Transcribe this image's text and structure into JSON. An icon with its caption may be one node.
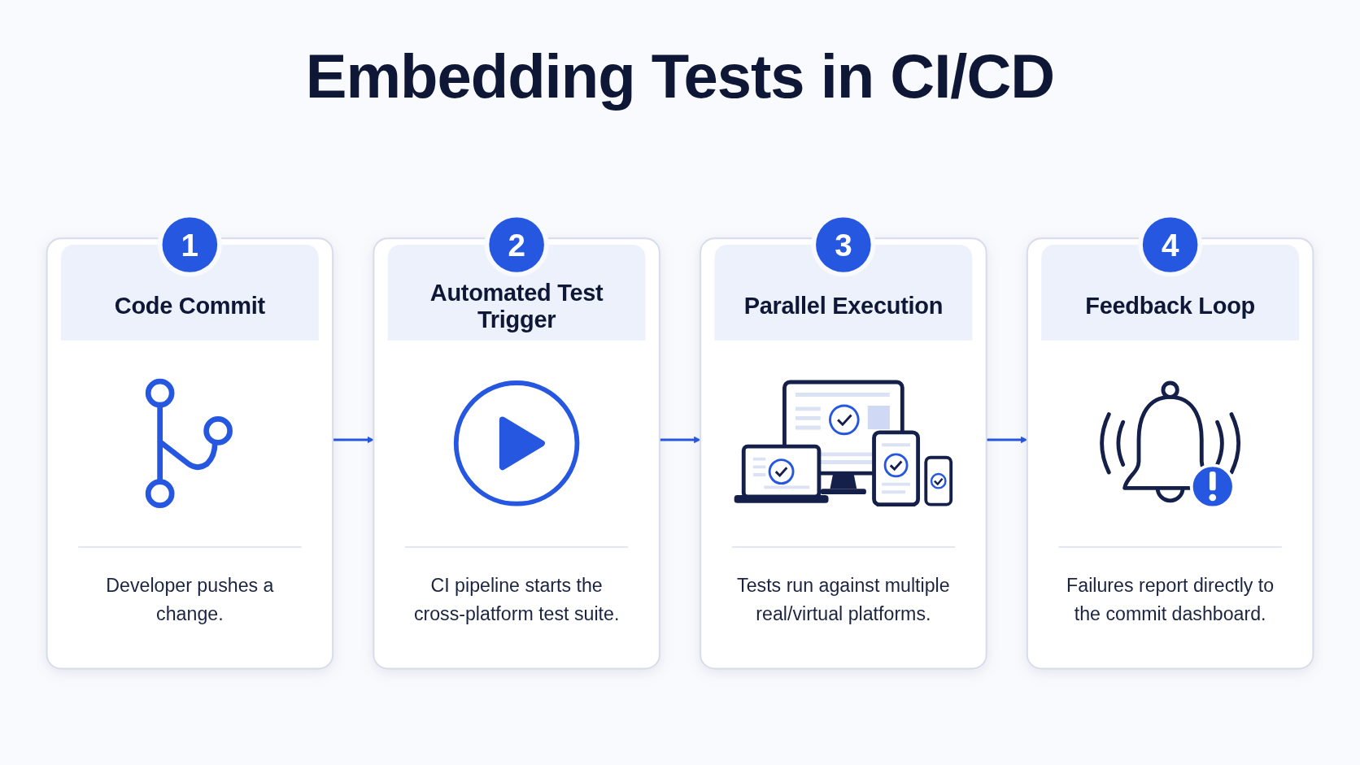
{
  "diagram": {
    "title": "Embedding Tests in CI/CD",
    "nodes": [
      {
        "text": [
          "1",
          "Code Commit",
          "Developer pushes a change."
        ]
      },
      {
        "text": [
          "2",
          "Automated Test Trigger",
          "CI pipeline starts the cross-platform test suite."
        ]
      },
      {
        "text": [
          "3",
          "Parallel Execution",
          "Tests run against multiple real/virtual platforms."
        ]
      },
      {
        "text": [
          "4",
          "Feedback Loop",
          "Failures report directly to the commit dashboard."
        ]
      }
    ],
    "edges": [
      {
        "from": 0,
        "to": 1,
        "arrow": "to"
      },
      {
        "from": 1,
        "to": 2,
        "arrow": "to"
      },
      {
        "from": 2,
        "to": 3,
        "arrow": "to"
      }
    ]
  }
}
